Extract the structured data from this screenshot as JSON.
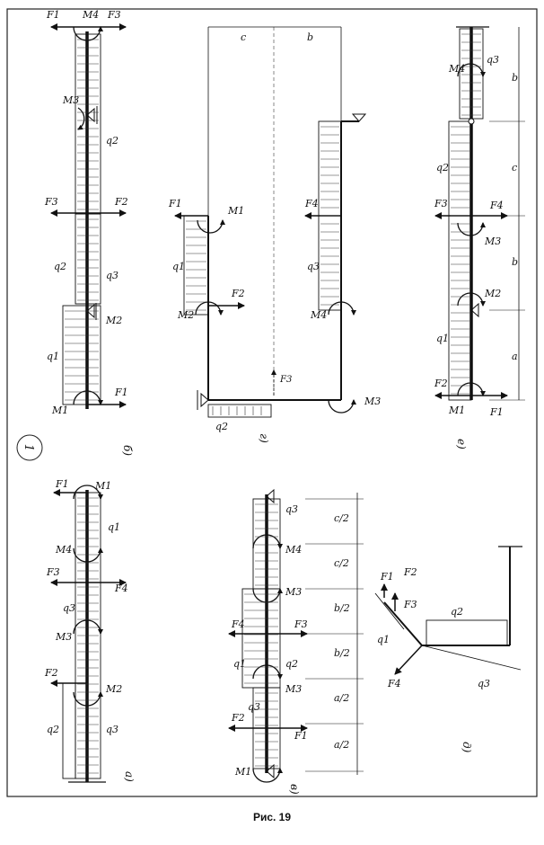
{
  "figure": {
    "caption": "Рис. 19",
    "sheet_number": "1"
  },
  "panels": [
    {
      "key": "а",
      "label": "а)",
      "labels": [
        "M1",
        "F1",
        "q1",
        "M4",
        "F3",
        "q3",
        "F4",
        "M3",
        "F2",
        "M2",
        "q2",
        "q3"
      ]
    },
    {
      "key": "б",
      "label": "б)",
      "labels": [
        "F1",
        "M4",
        "F3",
        "M3",
        "q2",
        "F3",
        "F2",
        "q2",
        "q3",
        "M2",
        "q1",
        "M1",
        "F1"
      ]
    },
    {
      "key": "в",
      "label": "в)",
      "labels": [
        "q3",
        "c/2",
        "M4",
        "c/2",
        "M3",
        "F4",
        "F3",
        "b/2",
        "q1",
        "q2",
        "b/2",
        "M3",
        "F2",
        "F1",
        "q3",
        "a/2",
        "M1",
        "a/2"
      ]
    },
    {
      "key": "г",
      "label": "г)",
      "labels": [
        "c",
        "b",
        "F1",
        "M1",
        "F4",
        "q1",
        "F2",
        "q3",
        "M2",
        "M4",
        "F3",
        "q2",
        "M3"
      ]
    },
    {
      "key": "д",
      "label": "д)",
      "labels": [
        "F1",
        "F2",
        "F3",
        "q2",
        "q1",
        "F4",
        "q3"
      ]
    },
    {
      "key": "е",
      "label": "е)",
      "labels": [
        "M4",
        "q3",
        "b",
        "q2",
        "c",
        "F3",
        "F4",
        "M3",
        "b",
        "M2",
        "q1",
        "a",
        "F2",
        "M1",
        "F1"
      ]
    }
  ]
}
